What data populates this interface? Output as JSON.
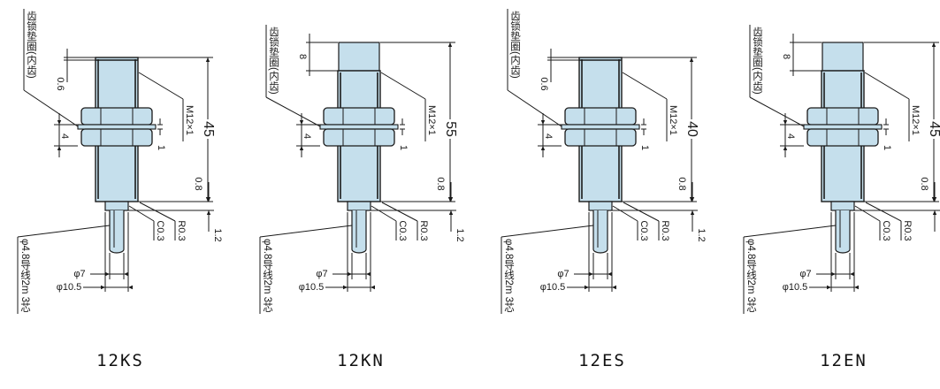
{
  "colors": {
    "body": "#c5dfec",
    "line": "#1a1a1a",
    "bg": "#ffffff"
  },
  "drawings": [
    {
      "id": "12KS",
      "label": "12KS",
      "flush": true,
      "total": "45",
      "cap": "0.6"
    },
    {
      "id": "12KN",
      "label": "12KN",
      "flush": false,
      "total": "55",
      "cap": "8"
    },
    {
      "id": "12ES",
      "label": "12ES",
      "flush": true,
      "total": "40",
      "cap": "0.6"
    },
    {
      "id": "12EN",
      "label": "12EN",
      "flush": false,
      "total": "45",
      "cap": "8"
    }
  ],
  "common": {
    "washer_note": "齿锁垫圈(内齿)",
    "thread": "M12×1",
    "nut_dim": "4",
    "nut_gap": "1",
    "bottom_dim": "0.8",
    "tail_dim": "1.2",
    "chamfer": "C0.3",
    "radius": "R0.3",
    "d_tail": "φ7",
    "d_collar": "φ10.5",
    "cable": "φ4.8导线2m 3芯"
  }
}
